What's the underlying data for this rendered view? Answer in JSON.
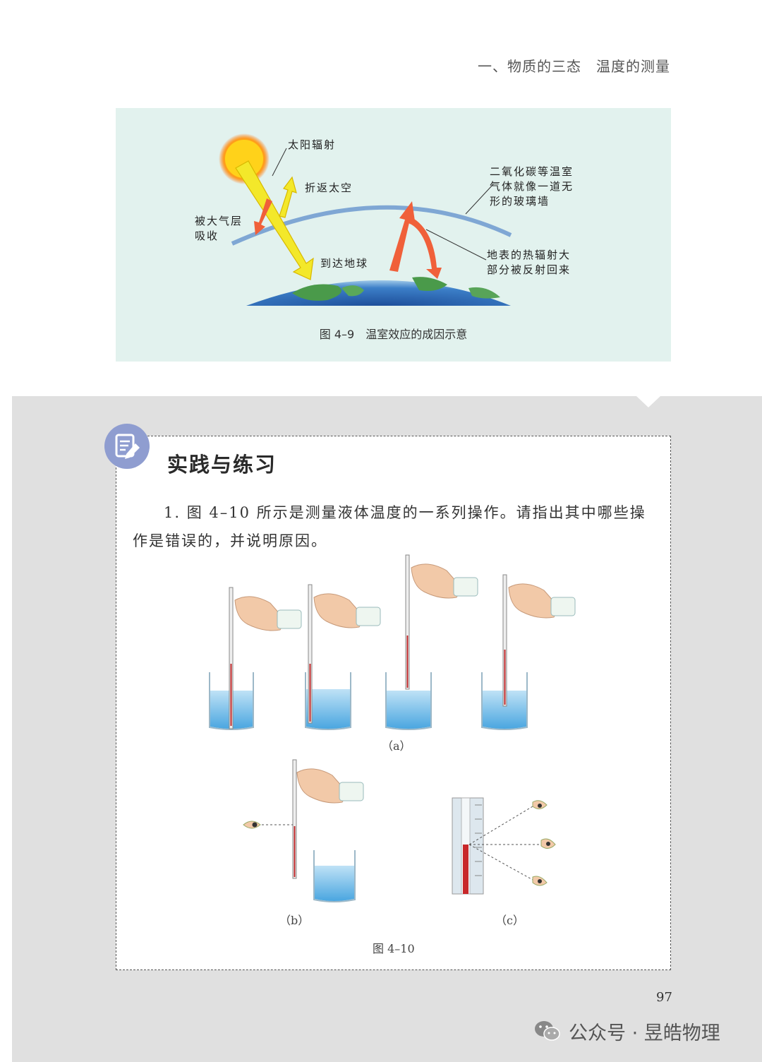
{
  "header": {
    "chapter_title": "一、物质的三态　温度的测量"
  },
  "figure_4_9": {
    "labels": {
      "solar_radiation": "太阳辐射",
      "reflected_to_space": "折返太空",
      "absorbed_by_atmosphere": "被大气层\n吸收",
      "reach_earth": "到达地球",
      "greenhouse_glass": "二氧化碳等温室\n气体就像一道无\n形的玻璃墙",
      "surface_radiation": "地表的热辐射大\n部分被反射回来"
    },
    "caption": "图 4–9　温室效应的成因示意"
  },
  "practice": {
    "title": "实践与练习",
    "question_1": "1. 图 4–10 所示是测量液体温度的一系列操作。请指出其中哪些操作是错误的，并说明原因。",
    "figure_4_10": {
      "label_a": "（a）",
      "label_b": "（b）",
      "label_c": "（c）",
      "caption": "图 4–10"
    }
  },
  "page_number": "97",
  "watermark": {
    "text": "公众号 · 昱皓物理"
  }
}
